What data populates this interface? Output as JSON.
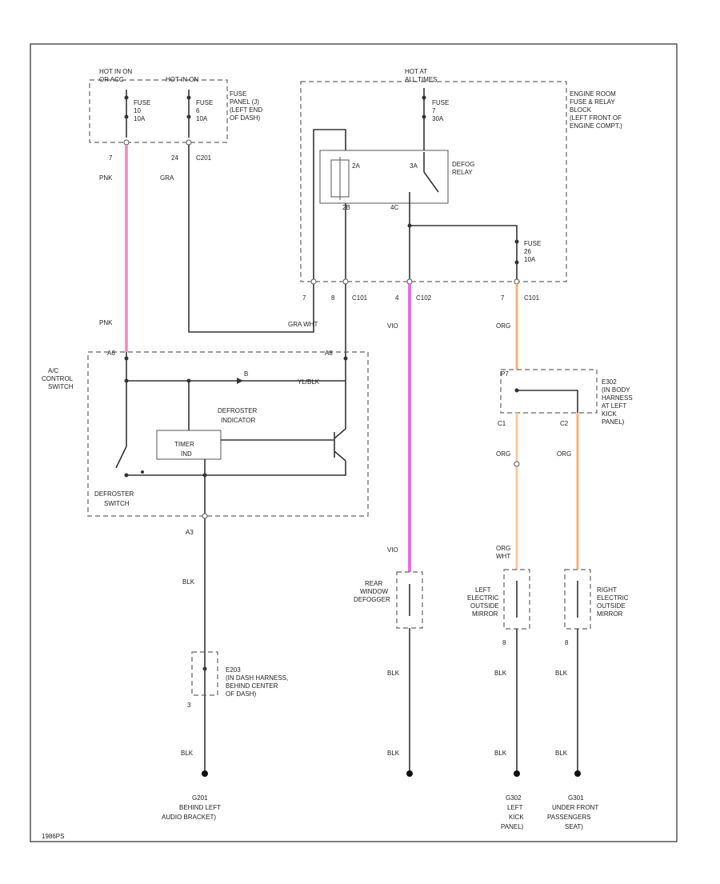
{
  "colors": {
    "pink_wire": "#f08ab4",
    "violet_wire": "#ee66ee",
    "orange_wire": "#f5b478",
    "frame": "#555555",
    "wire": "#333333"
  },
  "fuse_panel": {
    "hot_label_1": "HOT IN ON",
    "hot_label_1b": "OR ACC",
    "hot_label_2": "HOT IN ON",
    "fuse_1": "FUSE",
    "fuse_1_num": "10",
    "fuse_1_amp": "10A",
    "fuse_2": "FUSE",
    "fuse_2_num": "6",
    "fuse_2_amp": "10A",
    "desc_1": "FUSE",
    "desc_2": "PANEL (J)",
    "desc_3": "(LEFT END",
    "desc_4": "OF DASH)",
    "pin_7": "7",
    "pin_24": "24",
    "conn_c201": "C201"
  },
  "engine_block": {
    "hot_label_1": "HOT AT",
    "hot_label_2": "ALL TIMES",
    "fuse": "FUSE",
    "fuse_num": "7",
    "fuse_amp": "30A",
    "relay_label": "DEFOG",
    "relay_label_2": "RELAY",
    "pin_2a": "2A",
    "pin_3a": "3A",
    "pin_2b": "2B",
    "pin_4c": "4C",
    "fuse2": "FUSE",
    "fuse2_num": "26",
    "fuse2_amp": "10A",
    "desc_1": "ENGINE ROOM",
    "desc_2": "FUSE & RELAY",
    "desc_3": "BLOCK",
    "desc_4": "(LEFT FRONT OF",
    "desc_5": "ENGINE COMPT.)",
    "pin_a": "7",
    "pin_b": "8",
    "conn_c101": "C101",
    "pin_c": "4",
    "conn_c102": "C102",
    "pin_d": "7",
    "conn_c101b": "C101"
  },
  "wires": {
    "pnk_top": "PNK",
    "gra": "GRA",
    "pnk_bottom": "PNK",
    "gra_wht": "GRA  WHT",
    "vio_top": "VIO",
    "org_top": "ORG",
    "org_mid": "ORG",
    "org_right": "ORG",
    "org_wht": "ORG",
    "org_wht2": "WHT",
    "vio_bottom": "VIO",
    "blk_timer": "BLK",
    "blk_1": "BLK",
    "blk_2": "BLK",
    "blk_3": "BLK",
    "blk_4": "BLK",
    "blk_5": "BLK",
    "blk_6": "BLK",
    "blk_7": "BLK"
  },
  "ac_switch": {
    "label_1": "A/C",
    "label_2": "CONTROL",
    "label_3": "SWITCH",
    "pin_a6": "A6",
    "pin_a8": "A8",
    "indicator_1": "DEFROSTER",
    "indicator_2": "INDICATOR",
    "timer": "TIMER",
    "timer_sub": "IND",
    "defroster_1": "DEFROSTER",
    "defroster_2": "SWITCH",
    "lbl_b": "B",
    "lbl_small": "YL/BLK",
    "pin_a3": "A3"
  },
  "e203": {
    "label": "E203",
    "desc_1": "(IN DASH HARNESS,",
    "desc_2": "BEHIND CENTER",
    "desc_3": "OF DASH)",
    "pin": "3"
  },
  "e302": {
    "pin_top": "P7",
    "label": "E302",
    "desc_1": "(IN BODY",
    "desc_2": "HARNESS",
    "desc_3": "AT LEFT",
    "desc_4": "KICK",
    "desc_5": "PANEL)",
    "pin_c1": "C1",
    "pin_c2": "C2"
  },
  "loads": {
    "rear_1": "REAR",
    "rear_2": "WINDOW",
    "rear_3": "DEFOGGER",
    "left_1": "LEFT",
    "left_2": "ELECTRIC",
    "left_3": "OUTSIDE",
    "left_4": "MIRROR",
    "left_pin": "8",
    "right_1": "RIGHT",
    "right_2": "ELECTRIC",
    "right_3": "OUTSIDE",
    "right_4": "MIRROR",
    "right_pin": "8"
  },
  "grounds": {
    "g201": "G201",
    "g201_1": "BEHIND LEFT",
    "g201_2": "AUDIO BRACKET)",
    "g302": "G302",
    "g302_1": "LEFT",
    "g302_2": "KICK",
    "g302_3": "PANEL)",
    "g301": "G301",
    "g301_1": "UNDER FRONT",
    "g301_2": "PASSENGERS",
    "g301_3": "SEAT)"
  },
  "footer": {
    "code": "1986PS"
  }
}
